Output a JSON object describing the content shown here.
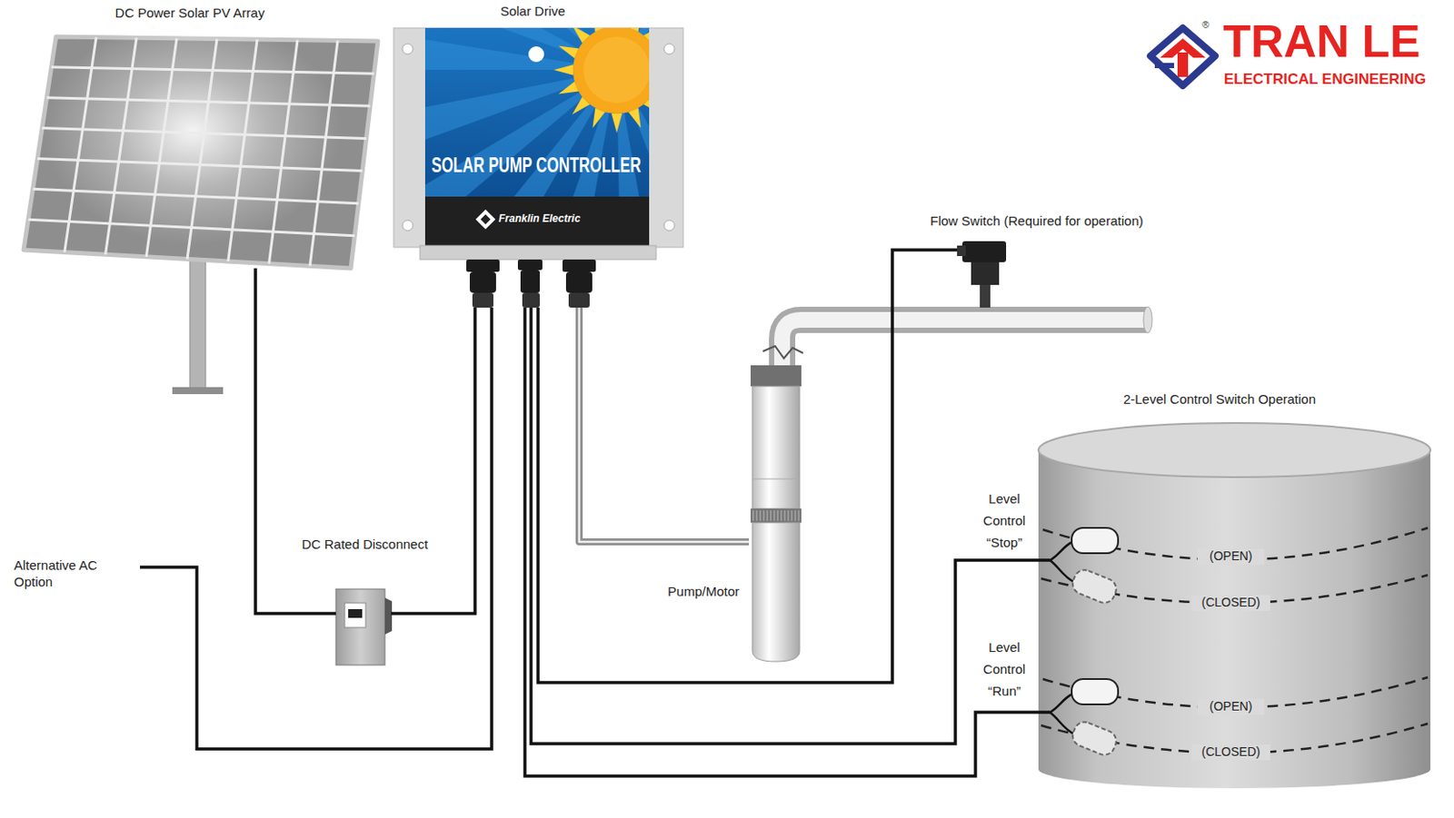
{
  "diagram": {
    "nodes": [
      {
        "text": [
          "DC Power Solar PV Array"
        ]
      },
      {
        "text": [
          "Solar Drive",
          "SOLAR PUMP CONTROLLER",
          "Franklin Electric"
        ]
      },
      {
        "text": [
          "Flow Switch (Required for operation)"
        ]
      },
      {
        "text": [
          "Pump/Motor"
        ]
      },
      {
        "text": [
          "DC Rated Disconnect"
        ]
      },
      {
        "text": [
          "2-Level Control Switch Operation"
        ]
      },
      {
        "text": [
          "Level Control “Stop”",
          "(OPEN)",
          "(CLOSED)"
        ],
        "in": 5
      },
      {
        "text": [
          "Level Control “Run”",
          "(OPEN)",
          "(CLOSED)"
        ],
        "in": 5
      }
    ],
    "edges": [
      {
        "from": 0,
        "to": 4,
        "arrow": "none"
      },
      {
        "from": 4,
        "to": 1,
        "arrow": "none"
      },
      {
        "from": 1,
        "to": 3,
        "arrow": "none"
      },
      {
        "from": 1,
        "to": 2,
        "arrow": "none"
      },
      {
        "from": 1,
        "to": 6,
        "arrow": "none"
      },
      {
        "from": 1,
        "to": 7,
        "arrow": "none"
      }
    ],
    "labels": [
      "Alternative AC Option",
      "®",
      "TRAN LE",
      "ELECTRICAL ENGINEERING"
    ]
  }
}
